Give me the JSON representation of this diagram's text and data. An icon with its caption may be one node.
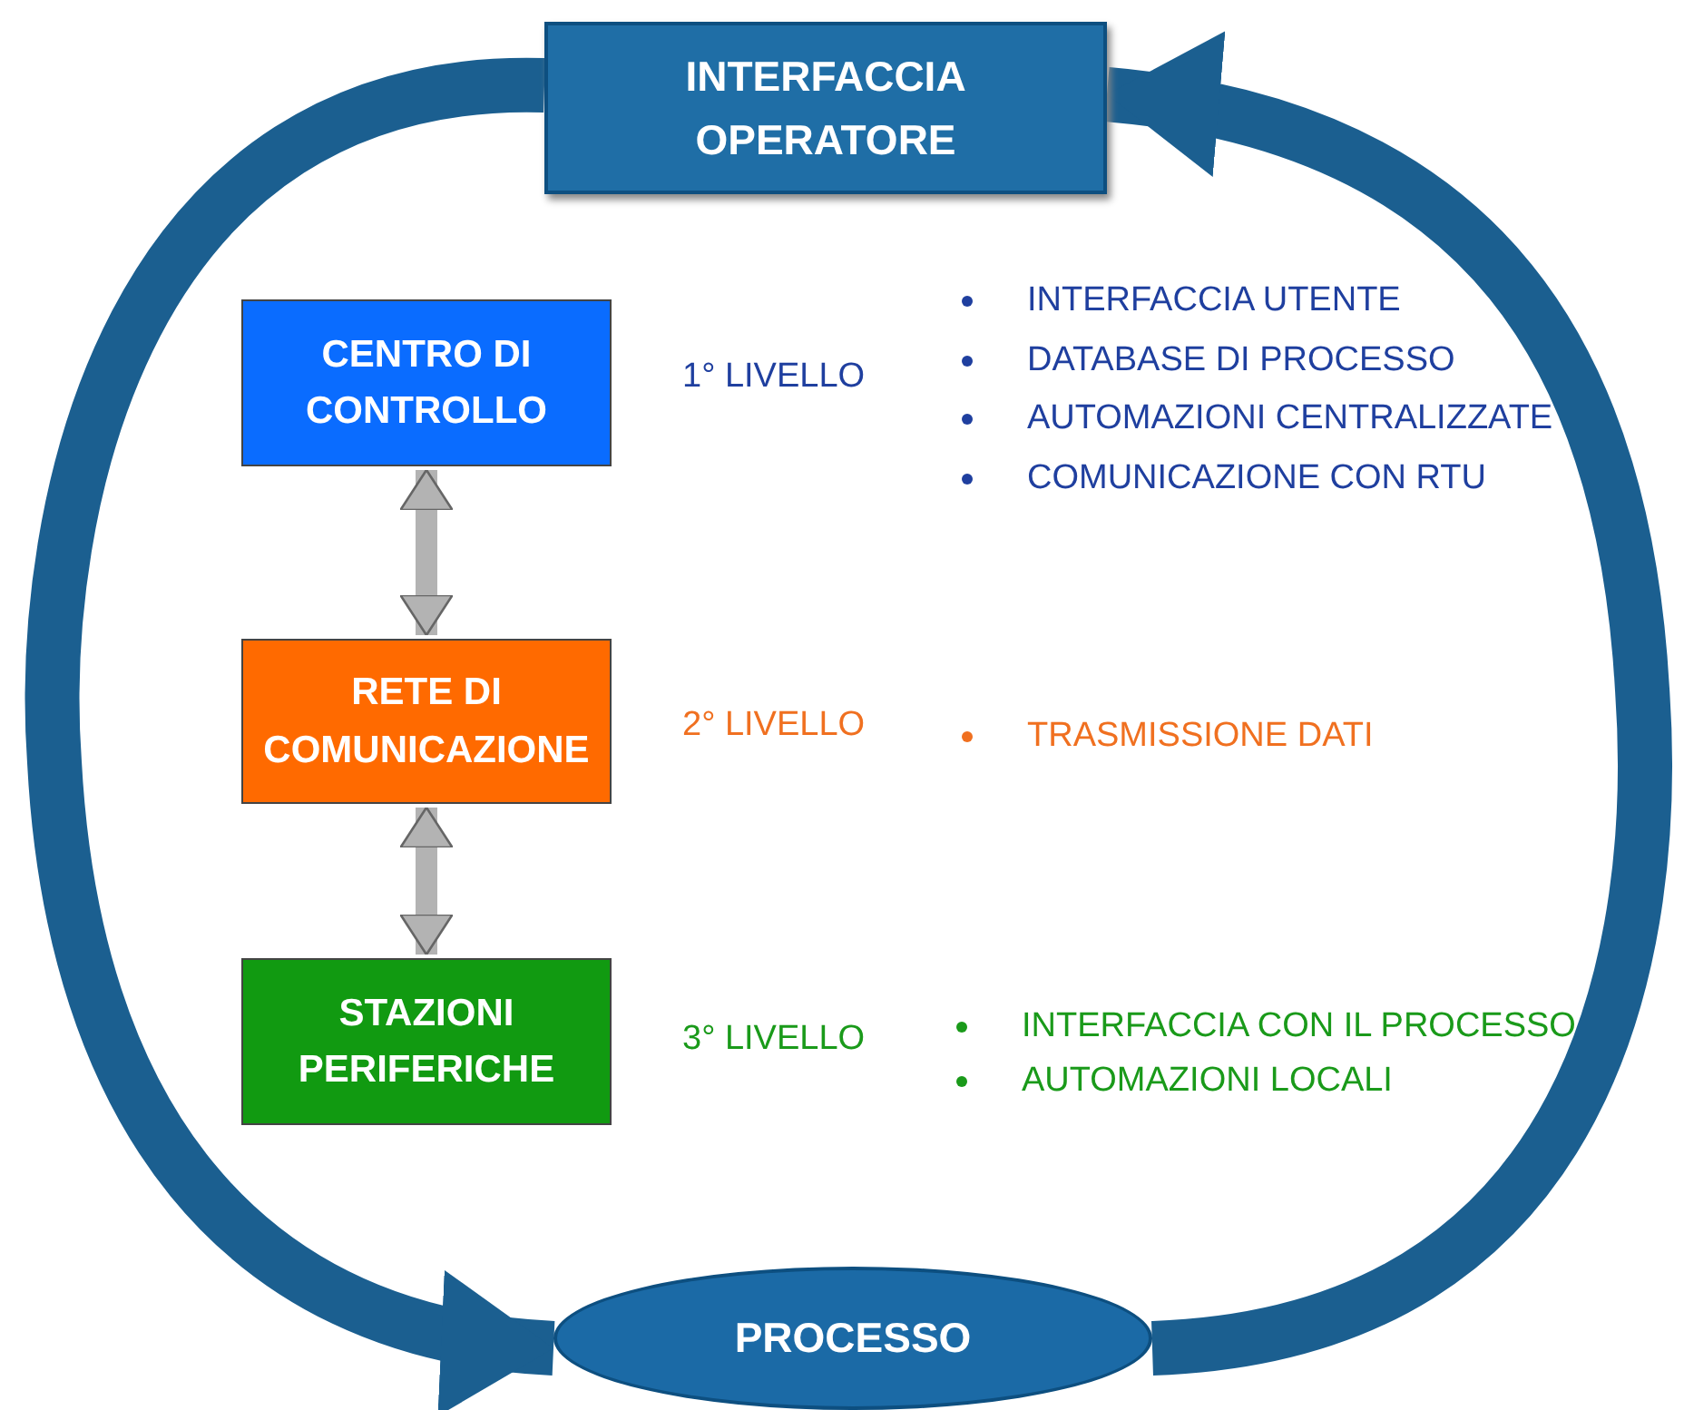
{
  "diagram": {
    "nodes": [
      {
        "text": [
          "INTERFACCIA OPERATORE"
        ]
      },
      {
        "text": [
          "CENTRO DI CONTROLLO"
        ],
        "beside": [
          "1° LIVELLO"
        ]
      },
      {
        "text": [
          "RETE DI COMUNICAZIONE"
        ],
        "beside": [
          "2° LIVELLO"
        ]
      },
      {
        "text": [
          "STAZIONI PERIFERICHE"
        ],
        "beside": [
          "3° LIVELLO"
        ]
      },
      {
        "text": [
          "PROCESSO"
        ]
      }
    ],
    "edges": [
      {
        "from": 0,
        "to": 4,
        "arrow": "to",
        "style": "thick",
        "color": "#1b5f90"
      },
      {
        "from": 4,
        "to": 0,
        "arrow": "to",
        "style": "thick",
        "color": "#1b5f90"
      },
      {
        "from": 1,
        "to": 2,
        "arrow": "both",
        "color": "#b3b3b3"
      },
      {
        "from": 2,
        "to": 3,
        "arrow": "both",
        "color": "#b3b3b3"
      }
    ],
    "labels": [
      "INTERFACCIA UTENTE",
      "DATABASE DI PROCESSO",
      "AUTOMAZIONI CENTRALIZZATE",
      "COMUNICAZIONE CON RTU",
      "TRASMISSIONE DATI",
      "INTERFACCIA CON IL PROCESSO",
      "AUTOMAZIONI LOCALI"
    ]
  }
}
